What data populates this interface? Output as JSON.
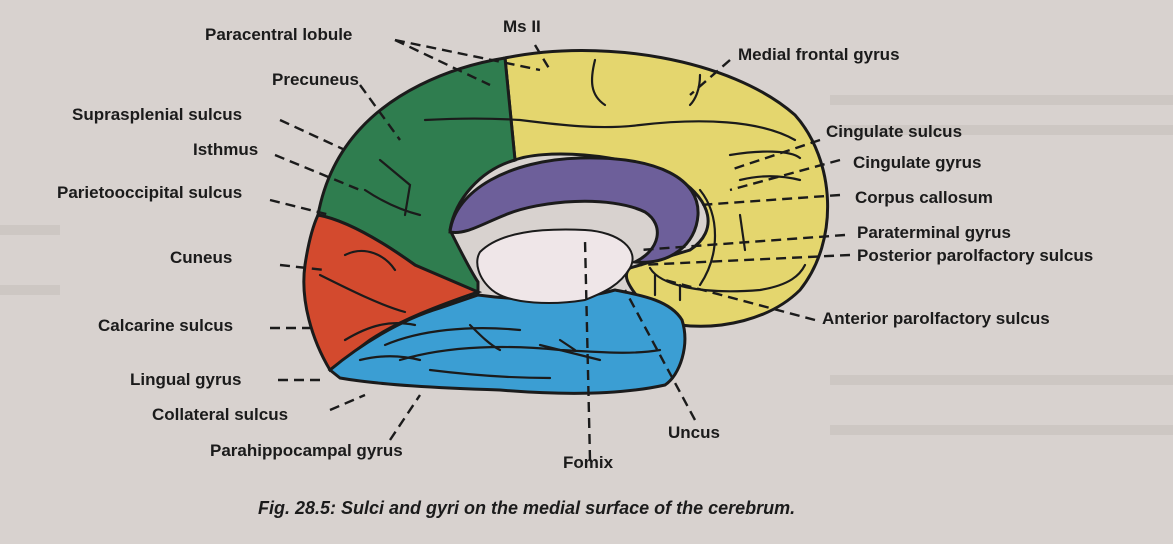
{
  "colors": {
    "frontal": "#e4d66e",
    "parietal": "#2f7d4f",
    "occipital": "#d34a2e",
    "temporal": "#3b9ed3",
    "corpus_callosum": "#6d5f9a",
    "background": "#d8d2cf"
  },
  "labels": {
    "paracentral_lobule": "Paracentral lobule",
    "ms_ii": "Ms II",
    "medial_frontal_gyrus": "Medial frontal gyrus",
    "precuneus": "Precuneus",
    "suprasplenial_sulcus": "Suprasplenial sulcus",
    "isthmus": "Isthmus",
    "parietooccipital_sulcus": "Parietooccipital sulcus",
    "cuneus": "Cuneus",
    "calcarine_sulcus": "Calcarine sulcus",
    "lingual_gyrus": "Lingual gyrus",
    "collateral_sulcus": "Collateral sulcus",
    "parahippocampal_gyrus": "Parahippocampal gyrus",
    "fornix": "Fomix",
    "uncus": "Uncus",
    "cingulate_sulcus": "Cingulate sulcus",
    "cingulate_gyrus": "Cingulate gyrus",
    "corpus_callosum": "Corpus callosum",
    "paraterminal_gyrus": "Paraterminal gyrus",
    "posterior_parolfactory_sulcus": "Posterior parolfactory sulcus",
    "anterior_parolfactory_sulcus": "Anterior parolfactory sulcus"
  },
  "caption": "Fig. 28.5: Sulci and gyri on the medial surface of the cerebrum."
}
